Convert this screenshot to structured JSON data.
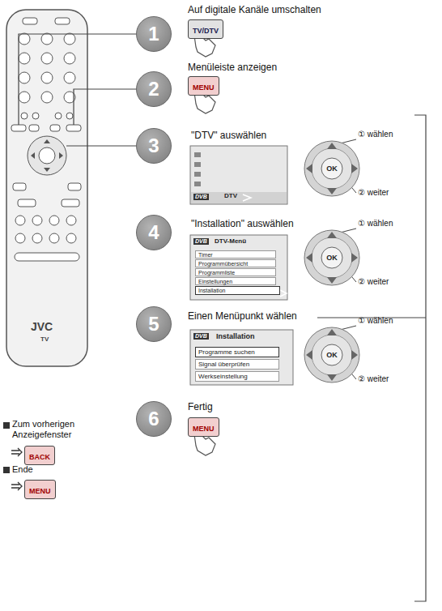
{
  "diagram": {
    "nodes": [
      {
        "text": [
          "1"
        ]
      },
      {
        "text": [
          "TV/DTV"
        ]
      },
      {
        "text": [
          "2"
        ]
      },
      {
        "text": [
          "MENU"
        ]
      },
      {
        "text": [
          "3"
        ]
      },
      {
        "text": [
          "DVB",
          "DTV"
        ]
      },
      {
        "text": [
          "OK"
        ]
      },
      {
        "text": [
          "4"
        ]
      },
      {
        "text": [
          "DVB",
          "DTV-Menü"
        ]
      },
      {
        "text": [
          "Timer"
        ],
        "in": 8
      },
      {
        "text": [
          "Programmübersicht"
        ],
        "in": 8
      },
      {
        "text": [
          "Programmliste"
        ],
        "in": 8
      },
      {
        "text": [
          "Einstellungen"
        ],
        "in": 8
      },
      {
        "text": [
          "Installation"
        ],
        "in": 8
      },
      {
        "text": [
          "OK"
        ]
      },
      {
        "text": [
          "5"
        ]
      },
      {
        "text": [
          "DVB",
          "Installation"
        ]
      },
      {
        "text": [
          "Programme suchen"
        ],
        "in": 16
      },
      {
        "text": [
          "Signal überprüfen"
        ],
        "in": 16
      },
      {
        "text": [
          "Werkseinstellung"
        ],
        "in": 16
      },
      {
        "text": [
          "OK"
        ]
      },
      {
        "text": [
          "6"
        ]
      },
      {
        "text": [
          "MENU"
        ]
      },
      {
        "text": [
          "BACK"
        ]
      },
      {
        "text": [
          "MENU"
        ]
      }
    ],
    "labels": [
      "Auf digitale Kanäle umschalten",
      "Menüleiste anzeigen",
      "\"DTV\" auswählen",
      "① wählen",
      "② weiter",
      "\"Installation\" auswählen",
      "① wählen",
      "② weiter",
      "Einen Menüpunkt wählen",
      "① wählen",
      "② weiter",
      "Fertig",
      "Zum vorherigen Anzeigefenster",
      "Ende",
      "JVC",
      "TV"
    ]
  }
}
